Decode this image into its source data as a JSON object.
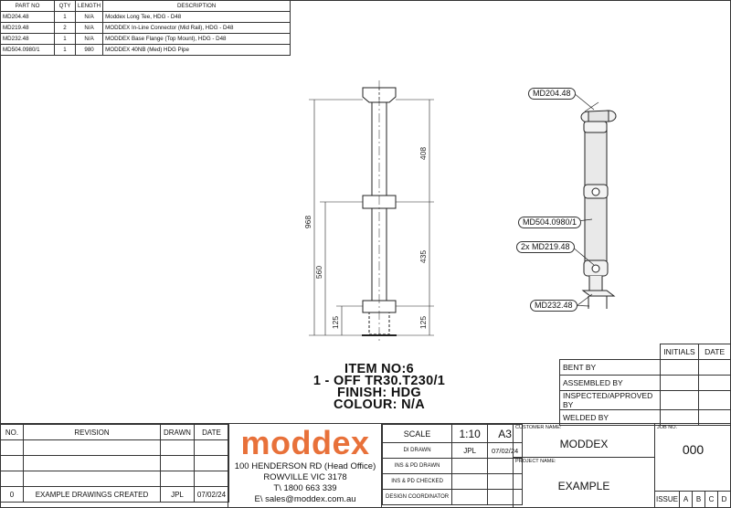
{
  "bom": {
    "headers": [
      "PART NO",
      "QTY",
      "LENGTH",
      "DESCRIPTION"
    ],
    "rows": [
      {
        "part": "MD204.48",
        "qty": "1",
        "length": "N/A",
        "desc": "Moddex Long Tee, HDG - D48"
      },
      {
        "part": "MD219.48",
        "qty": "2",
        "length": "N/A",
        "desc": "MODDEX In-Line Connector (Mid Rail), HDG - D48"
      },
      {
        "part": "MD232.48",
        "qty": "1",
        "length": "N/A",
        "desc": "MODDEX Base Flange (Top Mount), HDG - D48"
      },
      {
        "part": "MD504.0980/1",
        "qty": "1",
        "length": "980",
        "desc": "MODDEX 40NB (Med) HDG Pipe"
      }
    ]
  },
  "drawing": {
    "dims": {
      "overall": "968",
      "top": "408",
      "mid": "435",
      "lower_left": "560",
      "base_right": "125",
      "base_left": "125"
    }
  },
  "item": {
    "line1": "ITEM NO:6",
    "line2": "1 - OFF TR30.T230/1",
    "line3": "FINISH: HDG",
    "line4": "COLOUR: N/A"
  },
  "callouts": {
    "c1": "MD204.48",
    "c2": "MD504.0980/1",
    "c3": "2x MD219.48",
    "c4": "MD232.48"
  },
  "signoff": {
    "initials": "INITIALS",
    "date": "DATE",
    "rows": [
      "BENT BY",
      "ASSEMBLED BY",
      "INSPECTED/APPROVED BY",
      "WELDED BY"
    ]
  },
  "revision": {
    "headers": {
      "no": "NO.",
      "revision": "REVISION",
      "drawn": "DRAWN",
      "date": "DATE"
    },
    "entry": {
      "no": "0",
      "revision": "EXAMPLE DRAWINGS CREATED",
      "drawn": "JPL",
      "date": "07/02/24"
    }
  },
  "company": {
    "logo": "moddex",
    "address1": "100 HENDERSON RD (Head Office)",
    "address2": "ROWVILLE VIC 3178",
    "phone": "T\\ 1800 663 339",
    "email": "E\\ sales@moddex.com.au",
    "logo_color": "#e8713a"
  },
  "scale_block": {
    "scale_label": "SCALE",
    "scale": "1:10",
    "size": "A3",
    "di_drawn": "DI DRAWN",
    "di_drawn_by": "JPL",
    "di_drawn_date": "07/02/24",
    "ins_pd_drawn": "INS & PD DRAWN",
    "ins_pd_checked": "INS & PD CHECKED",
    "design_coord": "DESIGN COORDINATOR"
  },
  "customer": {
    "label": "CUSTOMER NAME:",
    "value": "MODDEX",
    "project_label": "PROJECT NAME:",
    "project": "EXAMPLE"
  },
  "job": {
    "label": "JOB NO.",
    "value": "000",
    "issue": "ISSUE",
    "issues": [
      "A",
      "B",
      "C",
      "D"
    ]
  }
}
